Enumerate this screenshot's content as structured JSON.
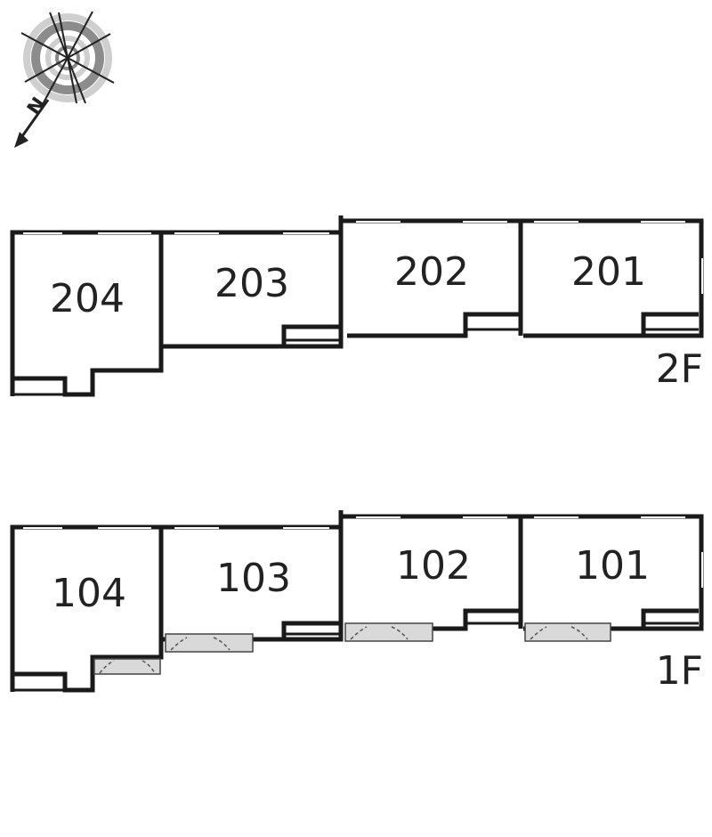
{
  "compass": {
    "letter": "N",
    "icon": "compass-rose-icon"
  },
  "floors": [
    {
      "id": "2F",
      "label": "2F",
      "units": [
        "204",
        "203",
        "202",
        "201"
      ]
    },
    {
      "id": "1F",
      "label": "1F",
      "units": [
        "104",
        "103",
        "102",
        "101"
      ]
    }
  ]
}
